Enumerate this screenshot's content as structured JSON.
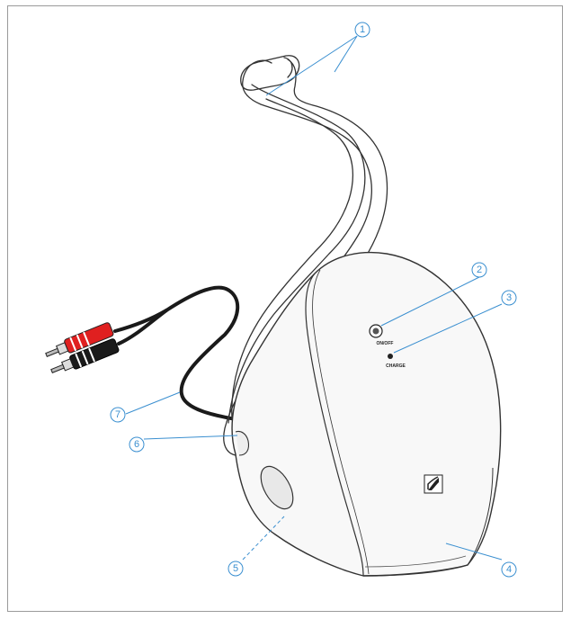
{
  "callouts": [
    {
      "id": "1",
      "label": "1"
    },
    {
      "id": "2",
      "label": "2"
    },
    {
      "id": "3",
      "label": "3"
    },
    {
      "id": "4",
      "label": "4"
    },
    {
      "id": "5",
      "label": "5"
    },
    {
      "id": "6",
      "label": "6"
    },
    {
      "id": "7",
      "label": "7"
    }
  ],
  "device": {
    "power_label": "ON/OFF",
    "charge_label": "CHARGE"
  },
  "colors": {
    "callout": "#3a8fd0",
    "plug_red": "#e02020",
    "plug_black": "#1a1a1a",
    "outline": "#333333"
  },
  "icons": [
    "brand-logo-icon",
    "power-button-icon",
    "charge-led-icon",
    "rca-plug-red-icon",
    "rca-plug-black-icon"
  ]
}
